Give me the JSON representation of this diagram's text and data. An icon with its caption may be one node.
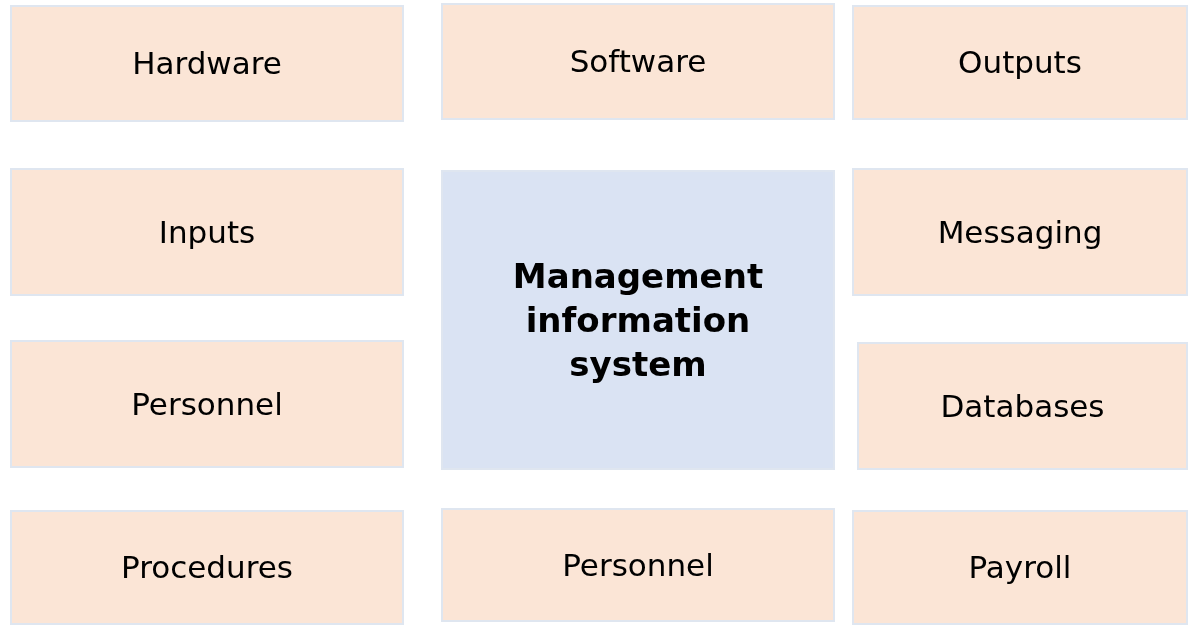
{
  "diagram": {
    "nodes": [
      {
        "text": [
          "Hardware"
        ]
      },
      {
        "text": [
          "Software"
        ]
      },
      {
        "text": [
          "Outputs"
        ]
      },
      {
        "text": [
          "Inputs"
        ]
      },
      {
        "text": [
          "Management information system"
        ]
      },
      {
        "text": [
          "Messaging"
        ]
      },
      {
        "text": [
          "Personnel"
        ]
      },
      {
        "text": [
          "Databases"
        ]
      },
      {
        "text": [
          "Procedures"
        ]
      },
      {
        "text": [
          "Personnel"
        ]
      },
      {
        "text": [
          "Payroll"
        ]
      }
    ]
  }
}
